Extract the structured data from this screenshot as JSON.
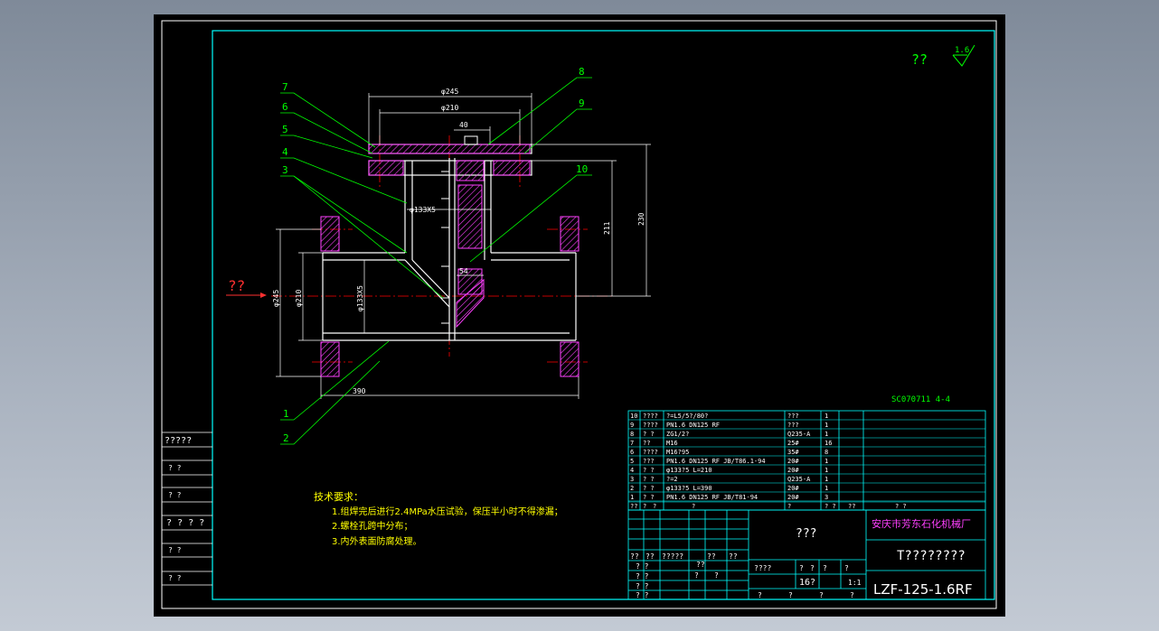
{
  "colors": {
    "background": "#000000",
    "frame": "#ffffff",
    "inner_frame": "#00ffff",
    "dimension": "#ffffff",
    "leader": "#00ff00",
    "hatch": "#ff40ff",
    "centerline": "#ff0000",
    "notes": "#ffff00",
    "company": "#ff40ff"
  },
  "corner": {
    "symbol": "??",
    "roughness": "1.6"
  },
  "flow_label": "??",
  "doc_code": "SC070711 4-4",
  "left_strip": [
    "?????",
    "?   ?",
    "?   ?",
    "? ? ? ?",
    "?   ?",
    "?   ?"
  ],
  "dimensions": {
    "d245_top": "φ245",
    "d210_top": "φ210",
    "w40": "40",
    "d133": "φ133X5",
    "h211": "211",
    "h230": "230",
    "d245_side": "φ245",
    "d210_side": "φ210",
    "d133_side": "φ133X5",
    "w390": "390",
    "w54": "54"
  },
  "balloons": [
    "7",
    "6",
    "5",
    "4",
    "3",
    "8",
    "9",
    "10",
    "1",
    "2"
  ],
  "tech_requirements": {
    "title": "技术要求：",
    "items": [
      "1.组焊完后进行2.4MPa水压试验，保压半小时不得渗漏；",
      "2.螺栓孔跨中分布；",
      "3.内外表面防腐处理。"
    ]
  },
  "bom": [
    [
      "10",
      "????",
      "?=L5/5?/80?",
      "???",
      "1",
      ""
    ],
    [
      "9",
      "????",
      "PN1.6 DN125 RF",
      "???",
      "1",
      ""
    ],
    [
      "8",
      "? ?",
      "ZG1/2?",
      "Q235-A",
      "1",
      ""
    ],
    [
      "7",
      "??",
      "M16",
      "25#",
      "16",
      ""
    ],
    [
      "6",
      "????",
      "M16?95",
      "35#",
      "8",
      ""
    ],
    [
      "5",
      "???",
      "PN1.6 DN125 RF JB/T86.1-94",
      "20#",
      "1",
      ""
    ],
    [
      "4",
      "? ?",
      "φ133?5 L=210",
      "20#",
      "1",
      ""
    ],
    [
      "3",
      "? ?",
      "?=2",
      "Q235-A",
      "1",
      ""
    ],
    [
      "2",
      "? ?",
      "φ133?5 L=390",
      "20#",
      "1",
      ""
    ],
    [
      "1",
      "? ?",
      "PN1.6 DN125 RF JB/T81-94",
      "20#",
      "3",
      ""
    ]
  ],
  "bom_header": [
    "??",
    "?",
    "?",
    "?",
    "?",
    "? ?",
    "??",
    "? ?"
  ],
  "title_block": {
    "part_name": "???",
    "company": "安庆市芳东石化机械厂",
    "drawing_name": "T????????",
    "drawing_no": "LZF-125-1.6RF",
    "scale": "1:1",
    "weight": "16?",
    "sign_labels": [
      "??",
      "??",
      "?????",
      "??",
      "??"
    ],
    "rows": [
      "? ?",
      "? ?",
      "? ?",
      "? ?"
    ],
    "stage_label": "????",
    "stage_cells": [
      "?",
      "?",
      "?",
      "?"
    ],
    "page_cells": [
      "?",
      "?",
      "?",
      "?"
    ],
    "small_cells": [
      "??",
      "?",
      "?"
    ]
  }
}
